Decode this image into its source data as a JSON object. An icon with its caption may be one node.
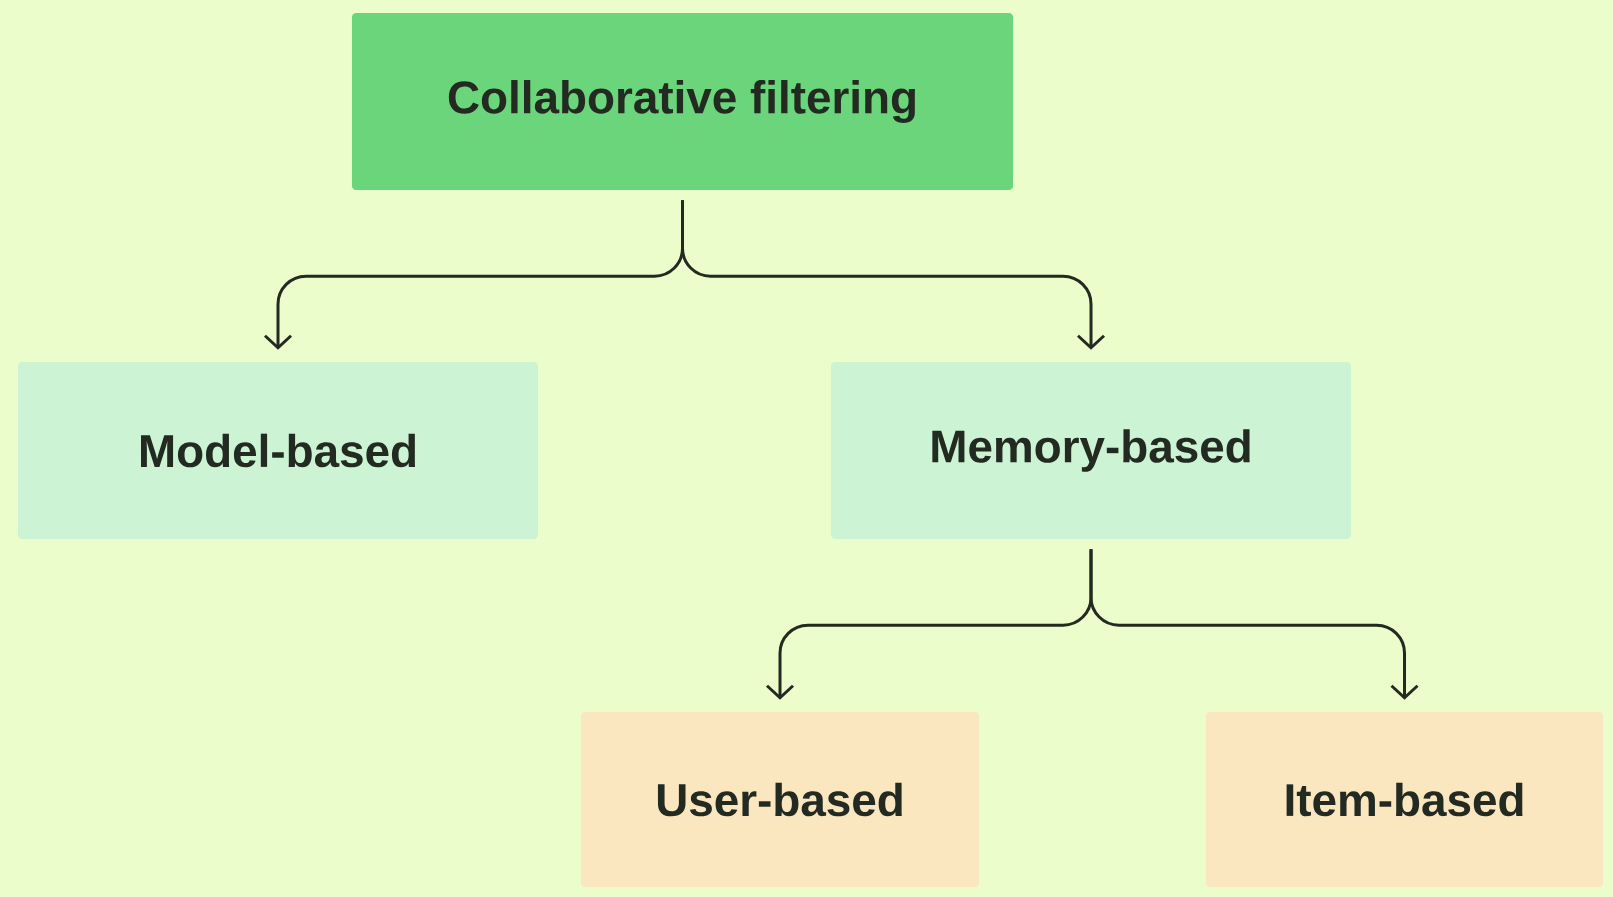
{
  "diagram": {
    "nodes": [
      {
        "text": [
          "Collaborative filtering"
        ]
      },
      {
        "text": [
          "Model-based"
        ]
      },
      {
        "text": [
          "Memory-based"
        ]
      },
      {
        "text": [
          "User-based"
        ]
      },
      {
        "text": [
          "Item-based"
        ]
      }
    ],
    "edges": [
      {
        "from": 0,
        "to": 1,
        "arrow": "to"
      },
      {
        "from": 0,
        "to": 2,
        "arrow": "to"
      },
      {
        "from": 2,
        "to": 3,
        "arrow": "to"
      },
      {
        "from": 2,
        "to": 4,
        "arrow": "to"
      }
    ]
  }
}
